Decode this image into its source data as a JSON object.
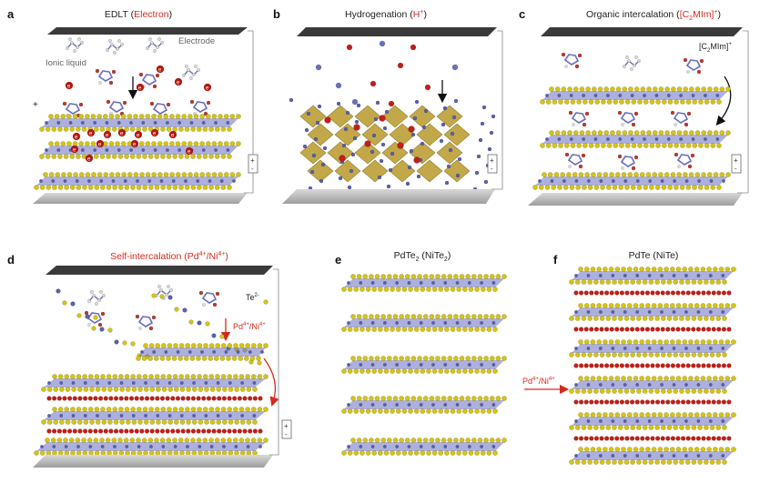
{
  "panels": {
    "a": {
      "label": "a",
      "title_main": "EDLT (",
      "title_red": "Electron",
      "title_end": ")",
      "electrode": "Electrode",
      "ionic_liquid": "Ionic liquid",
      "plus": "+",
      "minus": "-"
    },
    "b": {
      "label": "b",
      "title_main": "Hydrogenation (",
      "title_red": "H",
      "title_sup": "+",
      "title_end": ")",
      "plus": "+",
      "minus": "-"
    },
    "c": {
      "label": "c",
      "title_main": "Organic intercalation (",
      "title_red": "[C",
      "title_sub": "2",
      "title_red2": "MIm]",
      "title_sup": "+",
      "title_end": ")",
      "ion_label": "[C",
      "ion_sub": "2",
      "ion_rest": "MIm]",
      "ion_sup": "+",
      "plus": "+",
      "minus": "-"
    },
    "d": {
      "label": "d",
      "title_red": "Self-intercalation (Pd",
      "title_sup1": "4+",
      "title_mid": "/Ni",
      "title_sup2": "4+",
      "title_end": ")",
      "te_label": "Te",
      "te_sup": "2-",
      "pd_label": "Pd",
      "pd_sup1": "4+",
      "pd_mid": "/Ni",
      "pd_sup2": "4+",
      "plus": "+",
      "minus": "-"
    },
    "e": {
      "label": "e",
      "title_main": "PdTe",
      "title_sub": "2",
      "title_mid": " (NiTe",
      "title_sub2": "2",
      "title_end": ")"
    },
    "f": {
      "label": "f",
      "title": "PdTe (NiTe)",
      "arrow_label": "Pd",
      "arrow_sup1": "4+",
      "arrow_mid": "/Ni",
      "arrow_sup2": "4+"
    }
  },
  "colors": {
    "yellow": "#d4c416",
    "blue": "#5a5fb0",
    "red": "#c41e16",
    "plate_top": "#333333",
    "plate_bottom": "#b8b8b8",
    "gold_octa": "#b89a2a",
    "accent_red": "#d42a1e"
  }
}
